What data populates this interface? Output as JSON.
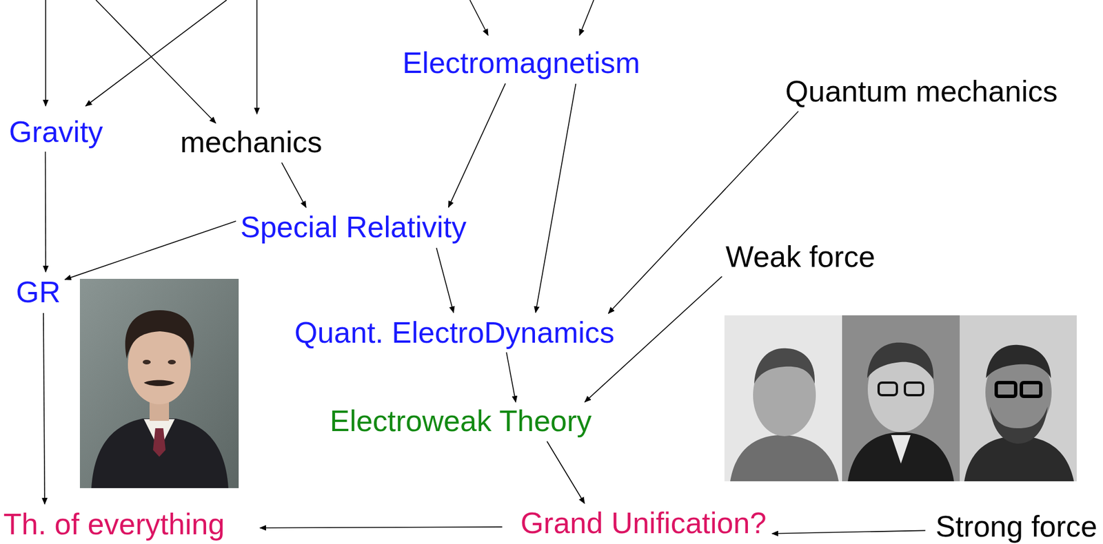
{
  "diagram": {
    "nodes": [
      {
        "text": [
          "Electromagnetism"
        ]
      },
      {
        "text": [
          "Quantum mechanics"
        ]
      },
      {
        "text": [
          "Gravity"
        ]
      },
      {
        "text": [
          "mechanics"
        ]
      },
      {
        "text": [
          "Special Relativity"
        ]
      },
      {
        "text": [
          "Weak force"
        ]
      },
      {
        "text": [
          "GR"
        ]
      },
      {
        "text": [
          "Quant. ElectroDynamics"
        ]
      },
      {
        "text": [
          "Electroweak Theory"
        ]
      },
      {
        "text": [
          "Grand Unification?"
        ]
      },
      {
        "text": [
          "Th. of everything"
        ]
      },
      {
        "text": [
          "Strong force"
        ]
      }
    ],
    "edges": [
      {
        "from": 2,
        "to": 6,
        "arrow": "to"
      },
      {
        "from": 3,
        "to": 4,
        "arrow": "to"
      },
      {
        "from": 0,
        "to": 4,
        "arrow": "to"
      },
      {
        "from": 0,
        "to": 7,
        "arrow": "to"
      },
      {
        "from": 4,
        "to": 6,
        "arrow": "to"
      },
      {
        "from": 4,
        "to": 7,
        "arrow": "to"
      },
      {
        "from": 1,
        "to": 7,
        "arrow": "to"
      },
      {
        "from": 7,
        "to": 8,
        "arrow": "to"
      },
      {
        "from": 5,
        "to": 8,
        "arrow": "to"
      },
      {
        "from": 8,
        "to": 9,
        "arrow": "to"
      },
      {
        "from": 6,
        "to": 10,
        "arrow": "to"
      },
      {
        "from": 9,
        "to": 10,
        "arrow": "to"
      },
      {
        "from": 11,
        "to": 9,
        "arrow": "to"
      }
    ]
  }
}
